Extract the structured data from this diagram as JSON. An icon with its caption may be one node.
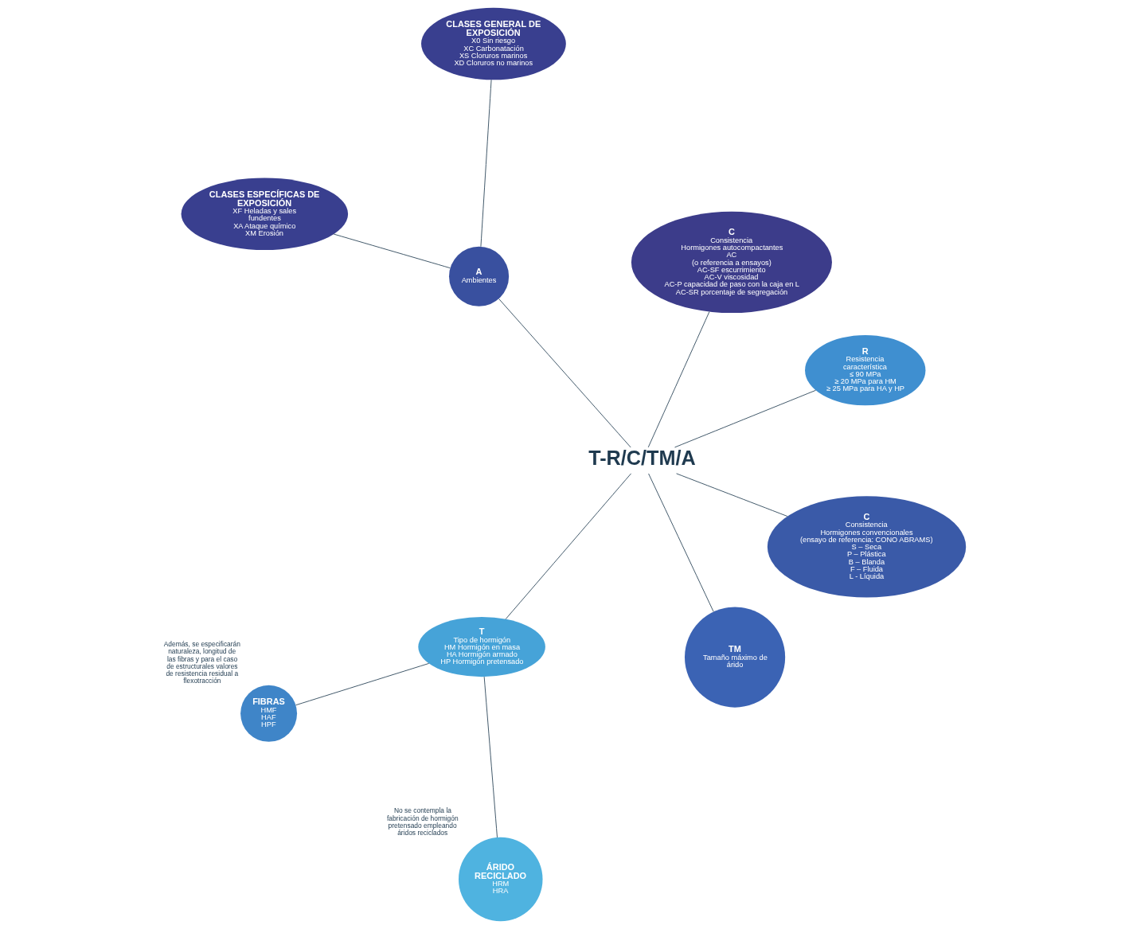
{
  "diagram": {
    "nodes": [
      {
        "text": [
          "T-R/C/TM/A"
        ]
      },
      {
        "text": [
          "R",
          "Resistencia característica",
          "≤ 90 MPa",
          "≥ 20 MPa para HM",
          "≥ 25 MPa para HA y HP"
        ]
      },
      {
        "text": [
          "TM",
          "Tamaño máximo de árido"
        ]
      },
      {
        "text": [
          "A",
          "Ambientes"
        ]
      },
      {
        "text": [
          "CLASES GENERAL DE EXPOSICIÓN",
          "X0 Sin riesgo",
          "XC Carbonatación",
          "XS Cloruros marinos",
          "XD Cloruros no marinos"
        ]
      },
      {
        "text": [
          "CLASES ESPECÍFICAS DE EXPOSICIÓN",
          "XF Heladas y sales fundentes",
          "XA Ataque químico",
          "XM Erosión"
        ]
      },
      {
        "text": [
          "T",
          "Tipo de hormigón",
          "HM Hormigón en masa",
          "HA Hormigón armado",
          "HP Hormigón pretensado"
        ]
      },
      {
        "text": [
          "ÁRIDO RECICLADO",
          "HRM",
          "HRA"
        ],
        "beside": [
          "No se contempla la fabricación de hormigón pretensado empleando áridos reciclados"
        ]
      },
      {
        "text": [
          "FIBRAS",
          "HMF",
          "HAF",
          "HPF"
        ],
        "beside": [
          "Además, se especificarán naturaleza, longitud de las fibras y para el caso de estructurales valores de resistencia residual a flexotracción"
        ]
      },
      {
        "text": [
          "C",
          "Consistencia",
          "Hormigones convencionales",
          "(ensayo de referencia: CONO ABRAMS)",
          "S – Seca",
          "P – Plástica",
          "B – Blanda",
          "F – Fluida",
          "L - Líquida"
        ]
      },
      {
        "text": [
          "C",
          "Consistencia",
          "Hormigones autocompactantes",
          "AC",
          "(o referencia a ensayos)",
          "AC-SF escurrimiento",
          "AC-V viscosidad",
          "AC-P capacidad de paso con la caja en L",
          "AC-SR porcentaje de segregación"
        ]
      }
    ],
    "edges": [
      {
        "from": 0,
        "to": 1,
        "arrow": "none"
      },
      {
        "from": 0,
        "to": 2,
        "arrow": "none"
      },
      {
        "from": 0,
        "to": 3,
        "arrow": "none"
      },
      {
        "from": 3,
        "to": 4,
        "arrow": "none"
      },
      {
        "from": 3,
        "to": 5,
        "arrow": "none"
      },
      {
        "from": 0,
        "to": 6,
        "arrow": "none"
      },
      {
        "from": 6,
        "to": 7,
        "arrow": "none"
      },
      {
        "from": 6,
        "to": 8,
        "arrow": "none"
      },
      {
        "from": 0,
        "to": 9,
        "arrow": "none"
      },
      {
        "from": 0,
        "to": 10,
        "arrow": "none"
      }
    ]
  }
}
